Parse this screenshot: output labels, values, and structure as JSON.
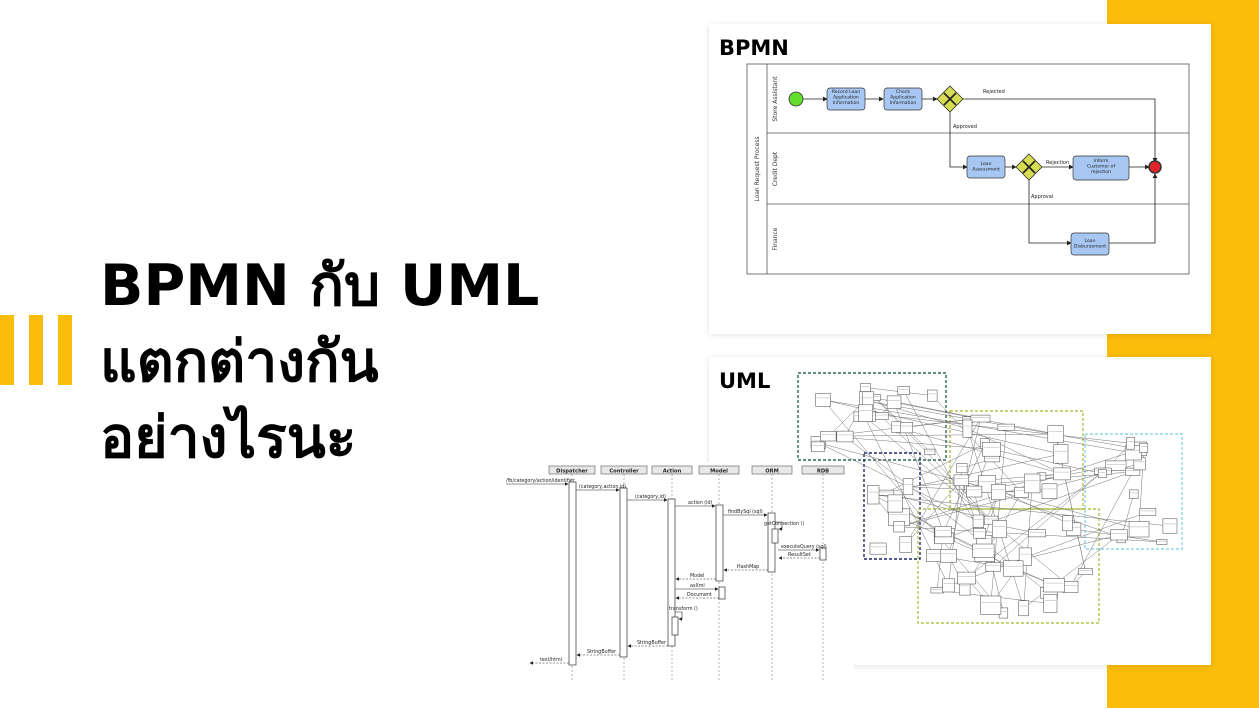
{
  "colors": {
    "accent": "#fbbd0b",
    "text": "#000000",
    "task_fill": "#a7c7f2",
    "gateway_fill": "#d6dc52",
    "start_fill": "#62e02d",
    "end_fill": "#e0242b"
  },
  "headline": {
    "line1": "BPMN กับ UML",
    "line2": "แตกต่างกัน",
    "line3": "อย่างไรนะ"
  },
  "bpmn": {
    "label": "BPMN",
    "pool": "Loan Request Process",
    "lanes": [
      "Store Assistant",
      "Credit Dept",
      "Finance"
    ],
    "tasks": {
      "t1": [
        "Record Loan",
        "Application",
        "Information"
      ],
      "t2": [
        "Check",
        "Application",
        "Information"
      ],
      "t3": [
        "Loan",
        "Assessment"
      ],
      "t4": [
        "Inform",
        "Customer of",
        "rejection"
      ],
      "t5": [
        "Loan",
        "Disbursement"
      ]
    },
    "flows": {
      "rejected": "Rejected",
      "approved": "Approved",
      "rejection": "Rejection",
      "approval": "Approval"
    }
  },
  "uml": {
    "label": "UML",
    "sequence": {
      "lifelines": [
        "Dispatcher",
        "Controller",
        "Action",
        "Model",
        "ORM",
        "RDB"
      ],
      "messages": {
        "m1": "/fb/category/action/identifier",
        "m2": "(category,action,id)",
        "m3": "(category,id)",
        "m4": "action (id)",
        "m5": "findBySql (sql)",
        "m6": "getConnection ()",
        "m7": "executeQuery (sql)",
        "m8": "ResultSet",
        "m9": "HashMap",
        "m10": "Model",
        "m11": "asXml",
        "m12": "Document",
        "m13": "transform ()",
        "m14": "StringBuffer",
        "m15": "StringBuffer",
        "m16": "text/html"
      }
    }
  }
}
